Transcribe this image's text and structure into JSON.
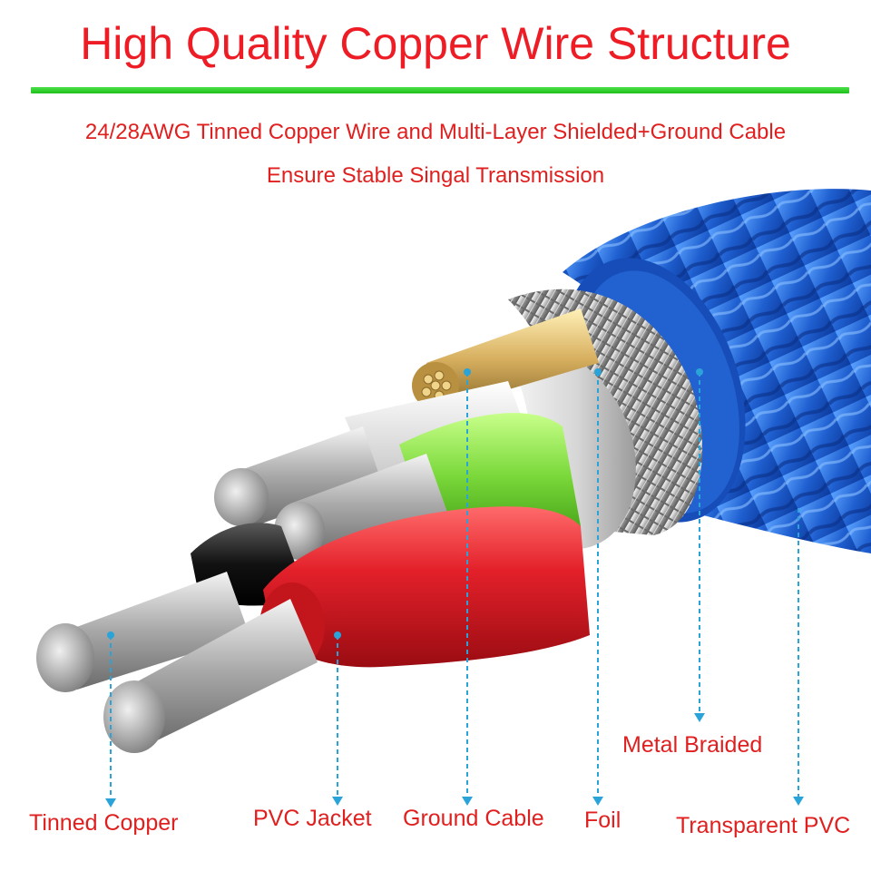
{
  "header": {
    "title": "High Quality Copper Wire Structure",
    "subtitle_line1": "24/28AWG Tinned Copper Wire and Multi-Layer Shielded+Ground Cable",
    "subtitle_line2": "Ensure Stable Singal Transmission"
  },
  "labels": {
    "tinned_copper": "Tinned Copper",
    "pvc_jacket": "PVC Jacket",
    "ground_cable": "Ground Cable",
    "foil": "Foil",
    "metal_braided": "Metal Braided",
    "transparent_pvc": "Transparent PVC"
  },
  "colors": {
    "title_red": "#ee1c25",
    "rule_green": "#22c41e",
    "pointer_blue": "#29a3d8",
    "cable_blue": "#1f5fd0",
    "wire_red": "#e3202a",
    "wire_green": "#7ad83a",
    "wire_black": "#111111",
    "wire_white": "#f2f2f2",
    "copper_gold": "#d8b060"
  }
}
